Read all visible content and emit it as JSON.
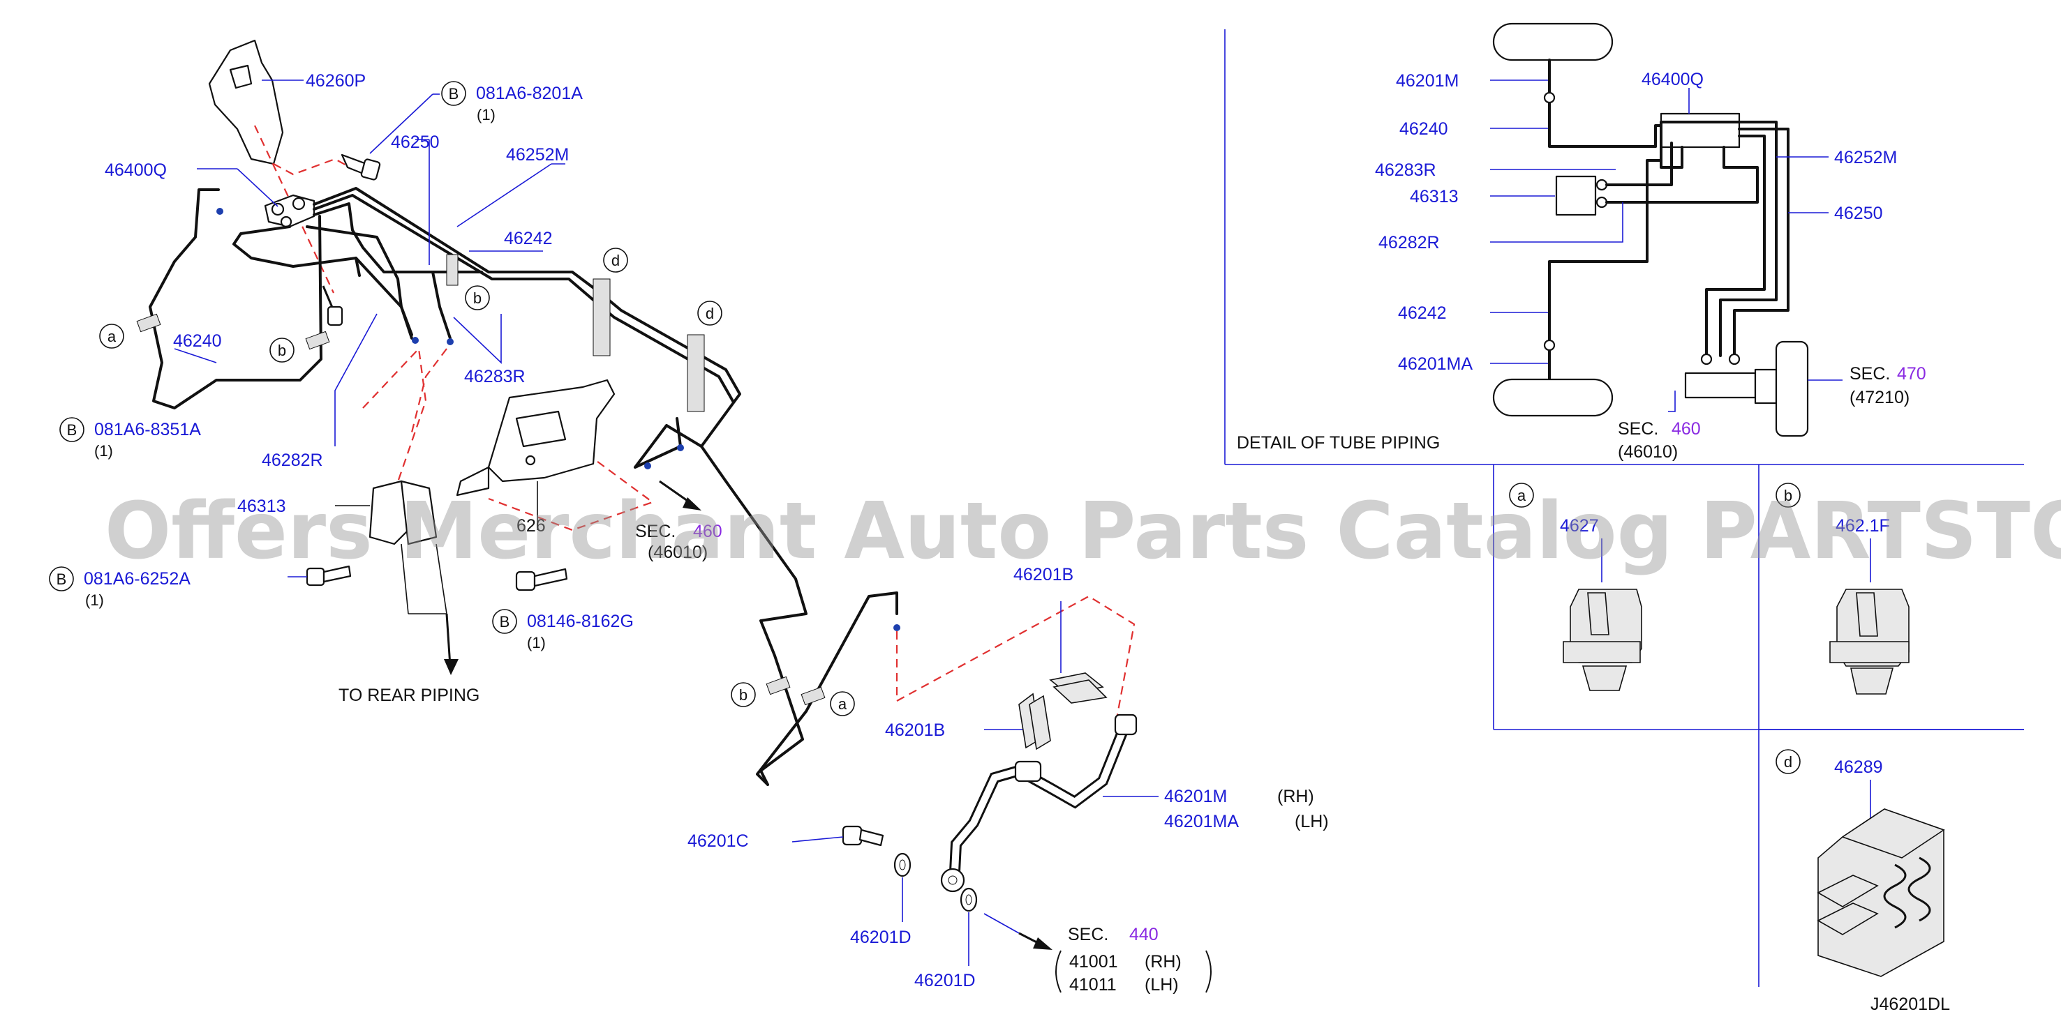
{
  "labels": {
    "p46260P": "46260P",
    "b_081A6_8201A": "081A6-8201A",
    "qty1_a": "(1)",
    "p46250_main": "46250",
    "p46252M_main": "46252M",
    "p46400Q_main": "46400Q",
    "p46242_main": "46242",
    "p46240_main": "46240",
    "p46283R_main": "46283R",
    "b_081A6_8351A": "081A6-8351A",
    "qty1_b": "(1)",
    "p46282R_main": "46282R",
    "p46313_main": "46313",
    "b_081A6_6252A": "081A6-6252A",
    "qty1_c": "(1)",
    "b_08146_8162G": "08146-8162G",
    "qty1_d": "(1)",
    "to_rear": "TO  REAR  PIPING",
    "p46201B_top": "46201B",
    "p46201B_bot": "46201B",
    "p46201M": "46201M",
    "rh1": "(RH)",
    "p46201MA": "46201MA",
    "lh1": "(LH)",
    "p46201C": "46201C",
    "p46201D_1": "46201D",
    "p46201D_2": "46201D",
    "sec440_text": "SEC.",
    "sec440_num": "440",
    "p41001": "41001",
    "rh2": "(RH)",
    "p41011": "41011",
    "lh2": "(LH)",
    "sec460_main_text": "SEC.",
    "sec460_main_num": "460",
    "sec460_main_sub": "(46010)",
    "part_626": "626",
    "circle_a": "a",
    "circle_b": "b",
    "circle_d": "d",
    "circle_B": "B"
  },
  "detail": {
    "title": "DETAIL  OF  TUBE  PIPING",
    "p46201M": "46201M",
    "p46240": "46240",
    "p46400Q": "46400Q",
    "p46252M": "46252M",
    "p46283R": "46283R",
    "p46313": "46313",
    "p46250": "46250",
    "p46282R": "46282R",
    "p46242": "46242",
    "p46201MA": "46201MA",
    "sec470_text": "SEC.",
    "sec470_num": "470",
    "sec470_sub": "(47210)",
    "sec460_text": "SEC.",
    "sec460_num": "460",
    "sec460_sub": "(46010)"
  },
  "insets": {
    "a_label": "a",
    "a_part": "4627",
    "b_label": "b",
    "b_part": "462.1F",
    "d_label": "d",
    "d_part": "46289"
  },
  "diagram_id": "J46201DL",
  "watermark": "Offers Merchant Auto Parts Catalog PARTSTORE.SA",
  "colors": {
    "part_number": "#1a1ad6",
    "section_number": "#8a2be2",
    "dashed_guides": "#e03030",
    "line": "#111111"
  }
}
